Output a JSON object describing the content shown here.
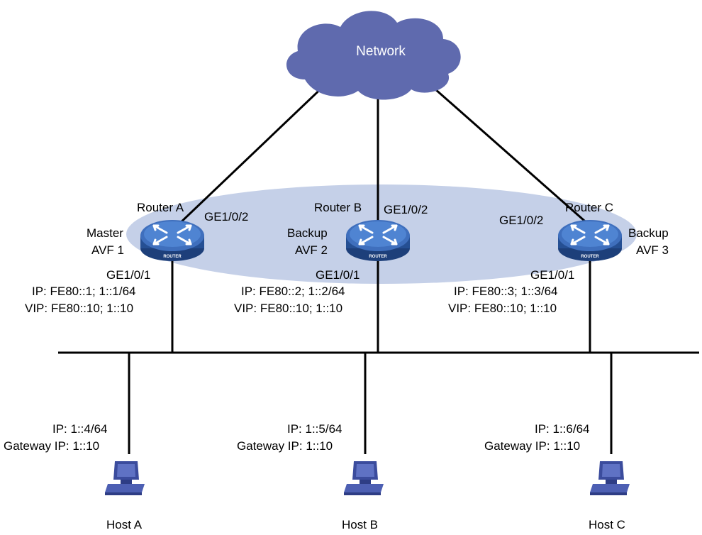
{
  "cloud": {
    "label": "Network"
  },
  "routers": [
    {
      "name": "Router A",
      "uplink": "GE1/0/2",
      "role": "Master",
      "avf": "AVF 1",
      "downlink": "GE1/0/1",
      "ip": "IP: FE80::1; 1::1/64",
      "vip": "VIP: FE80::10; 1::10",
      "badge": "ROUTER"
    },
    {
      "name": "Router B",
      "uplink": "GE1/0/2",
      "role": "Backup",
      "avf": "AVF 2",
      "downlink": "GE1/0/1",
      "ip": "IP: FE80::2; 1::2/64",
      "vip": "VIP: FE80::10; 1::10",
      "badge": "ROUTER"
    },
    {
      "name": "Router C",
      "uplink": "GE1/0/2",
      "role": "Backup",
      "avf": "AVF 3",
      "downlink": "GE1/0/1",
      "ip": "IP: FE80::3; 1::3/64",
      "vip": "VIP: FE80::10; 1::10",
      "badge": "ROUTER"
    }
  ],
  "hosts": [
    {
      "name": "Host A",
      "ip": "IP: 1::4/64",
      "gateway": "Gateway IP: 1::10"
    },
    {
      "name": "Host B",
      "ip": "IP: 1::5/64",
      "gateway": "Gateway IP: 1::10"
    },
    {
      "name": "Host C",
      "ip": "IP: 1::6/64",
      "gateway": "Gateway IP: 1::10"
    }
  ],
  "colors": {
    "cloud": "#5f6aae",
    "group_ellipse": "#c5d0e8",
    "router_body": "#2f5fa8",
    "router_top": "#4a7cc7",
    "host": "#3d4f9f",
    "line": "#000000"
  }
}
